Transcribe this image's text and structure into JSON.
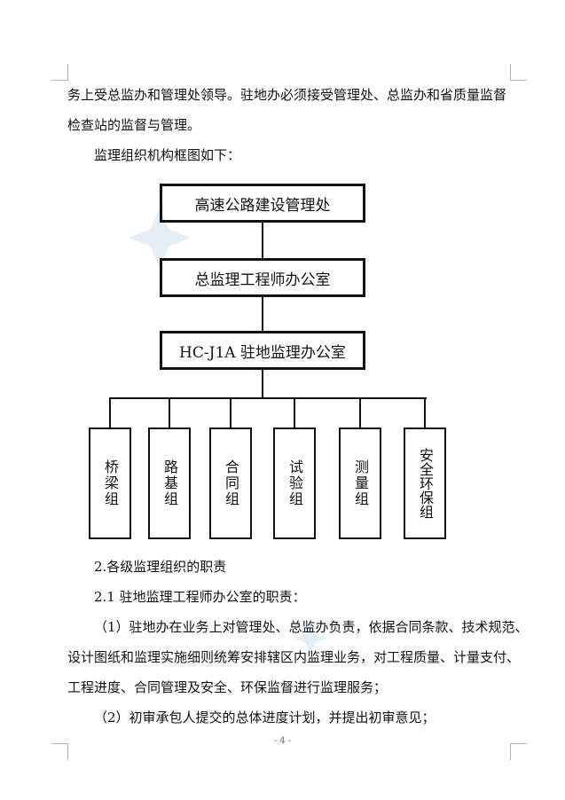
{
  "paragraphs": {
    "p1": "务上受总监办和管理处领导。驻地办必须接受管理处、总监办和省质量监督",
    "p2": "检查站的监督与管理。",
    "p3": "监理组织机构框图如下：",
    "s2": "2.各级监理组织的职责",
    "s21": "2.1 驻地监理工程师办公室的职责：",
    "i1a": "（1）驻地办在业务上对管理处、总监办负责，依据合同条款、技术规范、",
    "i1b": "设计图纸和监理实施细则统筹安排辖区内监理业务，对工程质量、计量支付、",
    "i1c": "工程进度、合同管理及安全、环保监督进行监理服务；",
    "i2": "（2）初审承包人提交的总体进度计划，并提出初审意见；"
  },
  "org_chart": {
    "level1": "高速公路建设管理处",
    "level2": "总监理工程师办公室",
    "level3": "HC-J1A 驻地监理办公室",
    "groups": [
      "桥梁组",
      "路基组",
      "合同组",
      "试验组",
      "测量组",
      "安全环保组"
    ]
  },
  "footer": {
    "page_number": "- 4 -"
  }
}
